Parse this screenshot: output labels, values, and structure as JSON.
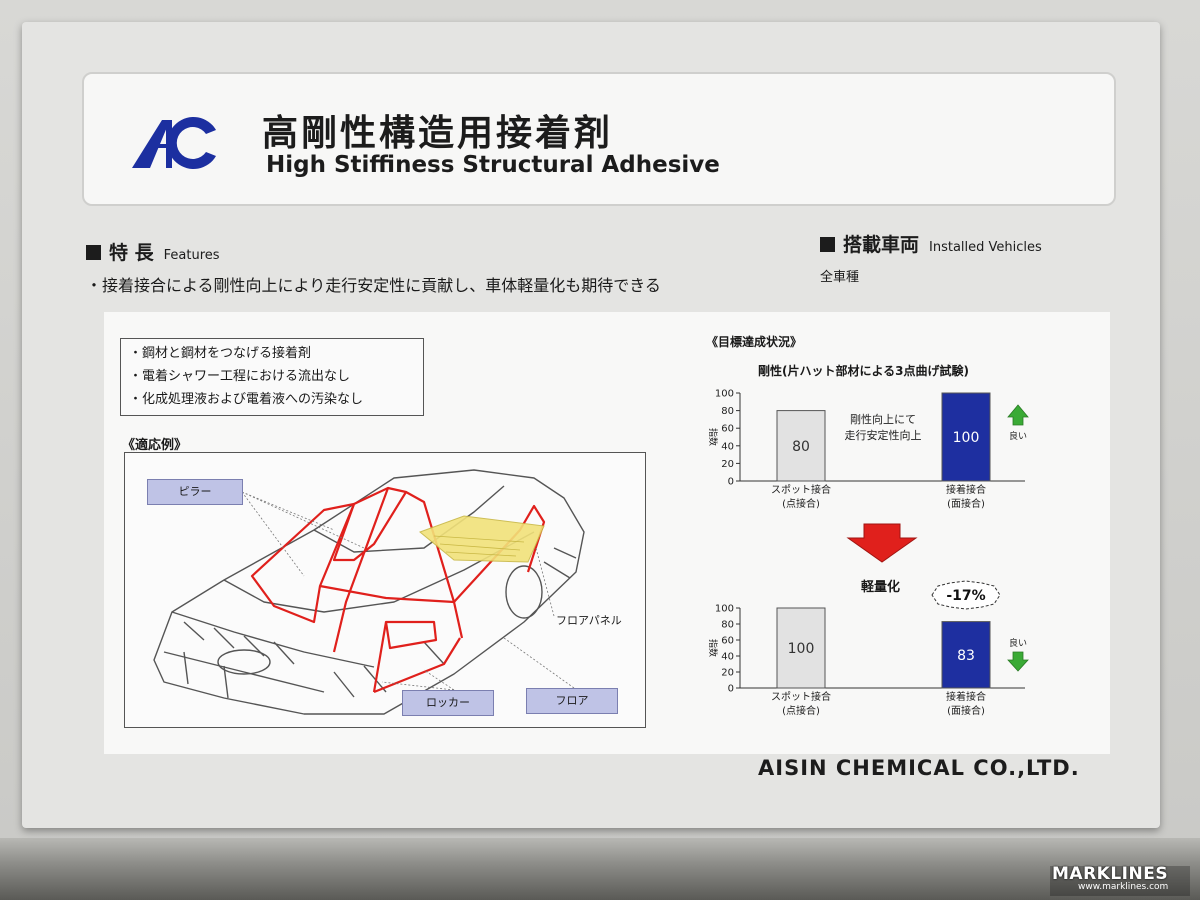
{
  "header": {
    "logo_text": "AC",
    "title_jp": "高剛性構造用接着剤",
    "title_en": "High Stiffiness Structural Adhesive"
  },
  "features": {
    "heading": "特 長",
    "heading_en": "Features",
    "text": "・接着接合による剛性向上により走行安定性に貢献し、車体軽量化も期待できる"
  },
  "vehicles": {
    "heading": "搭載車両",
    "heading_en": "Installed Vehicles",
    "text": "全車種"
  },
  "bullets": [
    "・鋼材と鋼材をつなげる接着剤",
    "・電着シャワー工程における流出なし",
    "・化成処理液および電着液への汚染なし"
  ],
  "example": {
    "label": "《適応例》",
    "tags": {
      "pillar": "ピラー",
      "rocker": "ロッカー",
      "floor": "フロア",
      "floor_panel": "フロアパネル"
    }
  },
  "status_label": "《目標達成状況》",
  "chart_data": [
    {
      "type": "bar",
      "title": "剛性(片ハット部材による3点曲げ試験)",
      "ylabel": "指数",
      "ylim": [
        0,
        100
      ],
      "yticks": [
        0,
        20,
        40,
        60,
        80,
        100
      ],
      "categories": [
        "スポット接合\n(点接合)",
        "接着接合\n(面接合)"
      ],
      "category_lines": [
        [
          "スポット接合",
          "(点接合)"
        ],
        [
          "接着接合",
          "(面接合)"
        ]
      ],
      "values": [
        80,
        100
      ],
      "bar_colors": [
        "#e2e2e2",
        "#1e2fa0"
      ],
      "annotation": [
        "剛性向上にて",
        "走行安定性向上"
      ],
      "indicator": {
        "label": "良い",
        "direction": "up",
        "color": "#3aaa35"
      }
    },
    {
      "type": "bar",
      "title": "軽量化",
      "ylabel": "指数",
      "ylim": [
        0,
        100
      ],
      "yticks": [
        0,
        20,
        40,
        60,
        80,
        100
      ],
      "categories": [
        "スポット接合\n(点接合)",
        "接着接合\n(面接合)"
      ],
      "category_lines": [
        [
          "スポット接合",
          "(点接合)"
        ],
        [
          "接着接合",
          "(面接合)"
        ]
      ],
      "values": [
        100,
        83
      ],
      "bar_colors": [
        "#e2e2e2",
        "#1e2fa0"
      ],
      "annotation": [
        "-17%"
      ],
      "indicator": {
        "label": "良い",
        "direction": "down",
        "color": "#3aaa35"
      }
    }
  ],
  "footer": {
    "company": "AISIN CHEMICAL CO.,LTD."
  },
  "watermark": {
    "brand": "MARKLINES",
    "url": "www.marklines.com"
  },
  "colors": {
    "logo_blue": "#1c2fa0",
    "adhesive_line": "#e0201c",
    "floor_panel_fill": "#f2e27a",
    "tag_fill": "#bfc3e6",
    "arrow_red": "#e0201c"
  }
}
